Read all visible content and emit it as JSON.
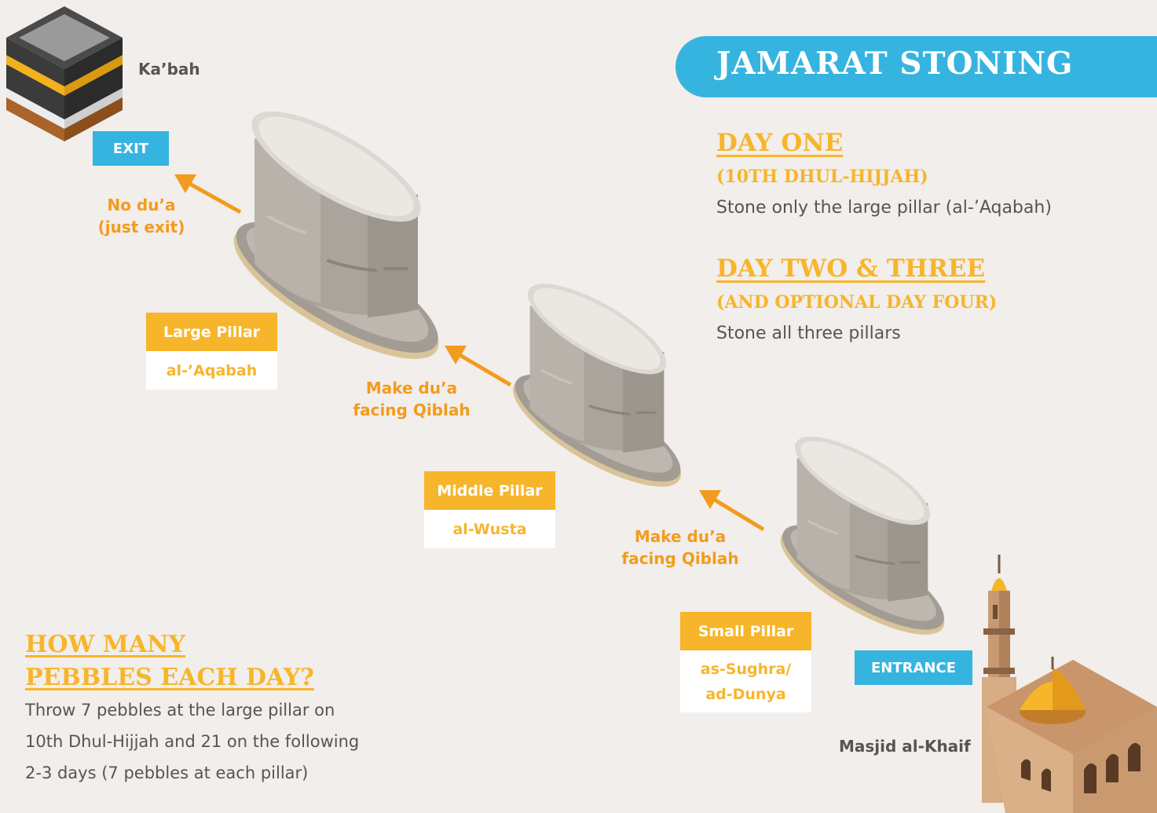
{
  "title": "JAMARAT STONING",
  "day_one": {
    "heading": "DAY ONE",
    "subheading": "(10TH DHUL-HIJJAH)",
    "description": "Stone only the large pillar (al-’Aqabah)"
  },
  "day_two_three": {
    "heading": "DAY TWO & THREE",
    "subheading": "(AND OPTIONAL DAY FOUR)",
    "description": "Stone all three pillars"
  },
  "kaaba": {
    "label": "Ka’bah"
  },
  "exit": {
    "label": "EXIT"
  },
  "entrance": {
    "label": "ENTRANCE"
  },
  "masjid": {
    "label": "Masjid al-Khaif"
  },
  "notes": {
    "large": [
      "No du’a",
      "(just exit)"
    ],
    "middle": [
      "Make du’a",
      "facing Qiblah"
    ],
    "small": [
      "Make du’a",
      "facing Qiblah"
    ]
  },
  "pillars": {
    "large": {
      "label": "Large Pillar",
      "name": [
        "al-’Aqabah"
      ]
    },
    "middle": {
      "label": "Middle Pillar",
      "name": [
        "al-Wusta"
      ]
    },
    "small": {
      "label": "Small Pillar",
      "name": [
        "as-Sughra/",
        "ad-Dunya"
      ]
    }
  },
  "pebbles": {
    "heading": [
      "HOW MANY",
      "PEBBLES EACH DAY?"
    ],
    "body": [
      "Throw 7 pebbles at the large pillar on",
      "10th Dhul-Hijjah and 21 on the following",
      "2-3 days (7 pebbles at each pillar)"
    ]
  },
  "colors": {
    "background": "#f1eeeb",
    "blue": "#36b4e0",
    "yellow": "#f7b52b",
    "orange": "#f39b1c",
    "text": "#555555"
  },
  "icons": [
    "kaaba-icon",
    "pillar-icon",
    "arrow-icon",
    "mosque-icon"
  ]
}
